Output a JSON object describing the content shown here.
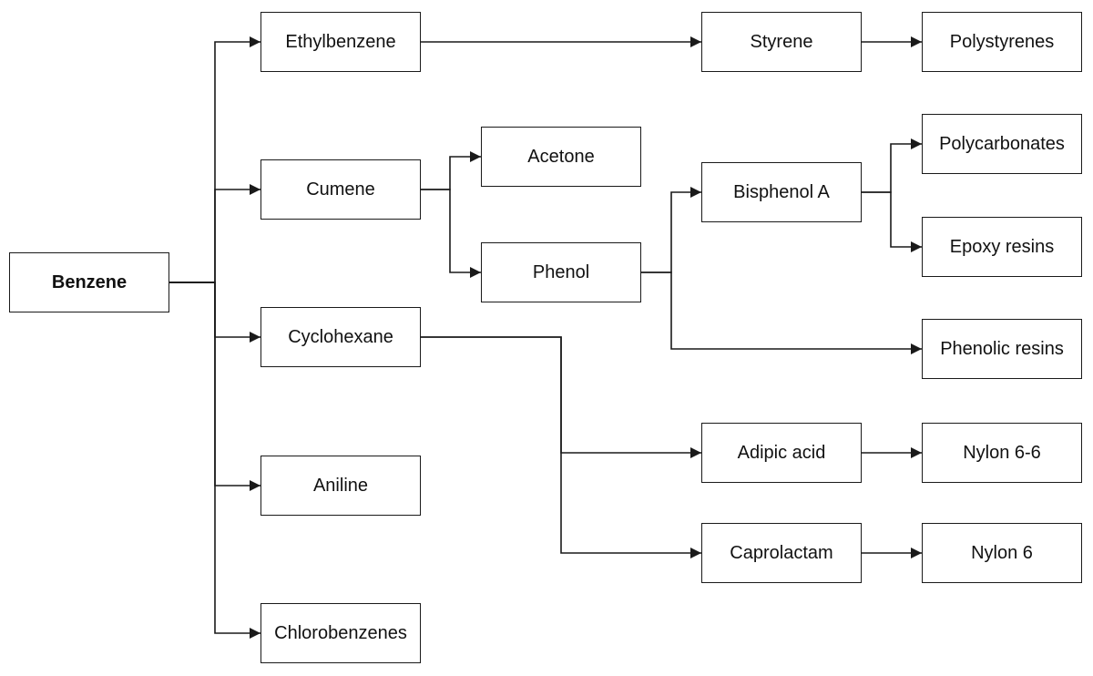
{
  "diagram": {
    "type": "flowchart",
    "title": "",
    "colors": {
      "line": "#1a1a1a",
      "box_fill": "#ffffff",
      "text": "#111111"
    },
    "nodes": [
      {
        "id": "benzene",
        "label": "Benzene",
        "emphasis": "bold"
      },
      {
        "id": "ethylbenzene",
        "label": "Ethylbenzene"
      },
      {
        "id": "cumene",
        "label": "Cumene"
      },
      {
        "id": "cyclohexane",
        "label": "Cyclohexane"
      },
      {
        "id": "aniline",
        "label": "Aniline"
      },
      {
        "id": "chlorobenzenes",
        "label": "Chlorobenzenes"
      },
      {
        "id": "acetone",
        "label": "Acetone"
      },
      {
        "id": "phenol",
        "label": "Phenol"
      },
      {
        "id": "styrene",
        "label": "Styrene"
      },
      {
        "id": "bisphenol_a",
        "label": "Bisphenol A"
      },
      {
        "id": "adipic_acid",
        "label": "Adipic acid"
      },
      {
        "id": "caprolactam",
        "label": "Caprolactam"
      },
      {
        "id": "polystyrenes",
        "label": "Polystyrenes"
      },
      {
        "id": "polycarbonates",
        "label": "Polycarbonates"
      },
      {
        "id": "epoxy_resins",
        "label": "Epoxy resins"
      },
      {
        "id": "phenolic_resins",
        "label": "Phenolic resins"
      },
      {
        "id": "nylon_6_6",
        "label": "Nylon 6-6"
      },
      {
        "id": "nylon_6",
        "label": "Nylon 6"
      }
    ],
    "edges": [
      {
        "from": "benzene",
        "to": "ethylbenzene"
      },
      {
        "from": "benzene",
        "to": "cumene"
      },
      {
        "from": "benzene",
        "to": "cyclohexane"
      },
      {
        "from": "benzene",
        "to": "aniline"
      },
      {
        "from": "benzene",
        "to": "chlorobenzenes"
      },
      {
        "from": "ethylbenzene",
        "to": "styrene"
      },
      {
        "from": "styrene",
        "to": "polystyrenes"
      },
      {
        "from": "cumene",
        "to": "acetone"
      },
      {
        "from": "cumene",
        "to": "phenol"
      },
      {
        "from": "phenol",
        "to": "bisphenol_a"
      },
      {
        "from": "phenol",
        "to": "phenolic_resins"
      },
      {
        "from": "bisphenol_a",
        "to": "polycarbonates"
      },
      {
        "from": "bisphenol_a",
        "to": "epoxy_resins"
      },
      {
        "from": "cyclohexane",
        "to": "adipic_acid"
      },
      {
        "from": "cyclohexane",
        "to": "caprolactam"
      },
      {
        "from": "adipic_acid",
        "to": "nylon_6_6"
      },
      {
        "from": "caprolactam",
        "to": "nylon_6"
      }
    ]
  }
}
